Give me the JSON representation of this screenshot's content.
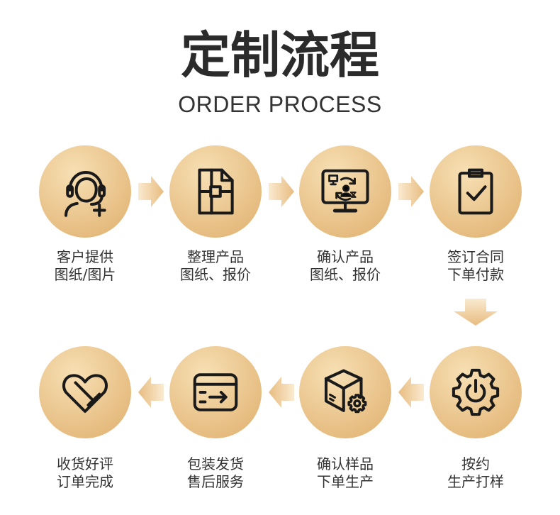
{
  "title": "定制流程",
  "subtitle": "ORDER PROCESS",
  "colors": {
    "circle_light": "#f7e0b4",
    "circle_dark": "#dfae6c",
    "arrow_light": "#faead0",
    "arrow_dark": "#e8bc80",
    "text": "#333333",
    "title": "#2b2b2b",
    "icon": "#1a1a1a"
  },
  "steps": [
    {
      "line1": "客户提供",
      "line2": "图纸/图片",
      "icon": "customer-service-icon"
    },
    {
      "line1": "整理产品",
      "line2": "图纸、报价",
      "icon": "drawing-document-icon"
    },
    {
      "line1": "确认产品",
      "line2": "图纸、报价",
      "icon": "monitor-confirm-icon"
    },
    {
      "line1": "签订合同",
      "line2": "下单付款",
      "icon": "clipboard-check-icon"
    },
    {
      "line1": "按约",
      "line2": "生产打样",
      "icon": "gear-icon"
    },
    {
      "line1": "确认样品",
      "line2": "下单生产",
      "icon": "box-gear-icon"
    },
    {
      "line1": "包装发货",
      "line2": "售后服务",
      "icon": "shipping-box-icon"
    },
    {
      "line1": "收货好评",
      "line2": "订单完成",
      "icon": "heart-handshake-icon"
    }
  ]
}
